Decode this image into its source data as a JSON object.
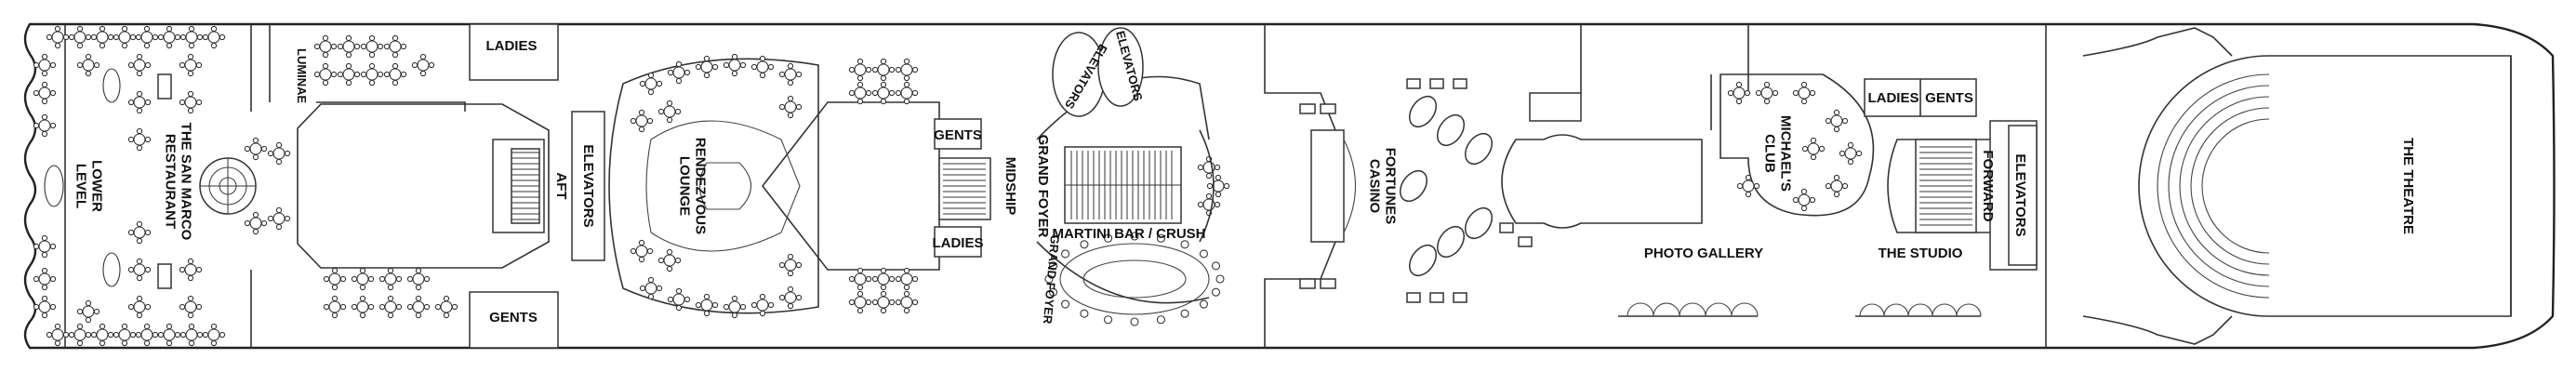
{
  "labels": {
    "ladies_aft": "LADIES",
    "gents_aft": "GENTS",
    "luminae": "LUMINAE",
    "san_marco": "THE SAN MARCO\nRESTAURANT",
    "lower_level": "LOWER\nLEVEL",
    "aft": "AFT",
    "elevators_aft": "ELEVATORS",
    "rendezvous": "RENDEZVOUS\nLOUNGE",
    "gents_mid": "GENTS",
    "ladies_mid": "LADIES",
    "midship": "MIDSHIP",
    "grand_foyer": "GRAND FOYER",
    "elevators_foyer_1": "ELEVATORS",
    "elevators_foyer_2": "ELEVATORS",
    "grand_foyer_2": "GRAND FOYER",
    "martini_bar": "MARTINI BAR / CRUSH",
    "fortunes_casino": "FORTUNES\nCASINO",
    "photo_gallery": "PHOTO GALLERY",
    "michaels_club": "MICHAEL'S\nCLUB",
    "ladies_fwd": "LADIES",
    "gents_fwd": "GENTS",
    "the_studio": "THE STUDIO",
    "forward": "FORWARD",
    "elevators_fwd": "ELEVATORS",
    "the_theatre": "THE THEATRE"
  }
}
